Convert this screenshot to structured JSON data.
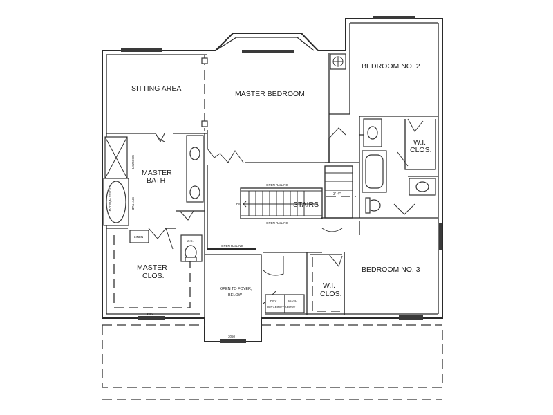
{
  "rooms": {
    "sitting_area": "SITTING AREA",
    "master_bedroom": "MASTER BEDROOM",
    "bedroom_2": "BEDROOM NO. 2",
    "master_bath_1": "MASTER",
    "master_bath_2": "BATH",
    "master_clos_1": "MASTER",
    "master_clos_2": "CLOS.",
    "wi_clos_upper_1": "W.I.",
    "wi_clos_upper_2": "CLOS.",
    "wi_clos_lower_1": "W.I.",
    "wi_clos_lower_2": "CLOS.",
    "bedroom_3": "BEDROOM NO. 3",
    "stairs": "STAIRS",
    "open_foyer_1": "OPEN TO FOYER,",
    "open_foyer_2": "BELOW"
  },
  "notes": {
    "open_railing_top": "OPEN RAILING",
    "open_railing_bottom": "OPEN RAILING",
    "open_railing_left": "OPEN RAILING",
    "dn": "DN",
    "shower": "SHOWER",
    "spa_tub": "SPA TUB",
    "glass_window": "GLASS W/GLOW",
    "linen": "LINEN",
    "wc": "W.C.",
    "dry": "DRY",
    "wash": "WASH",
    "cabinet_above": "W/CABINET ABOVE",
    "dim_stairs": "3'-4\"",
    "win_master_clos": "3050",
    "win_foyer": "3050"
  }
}
